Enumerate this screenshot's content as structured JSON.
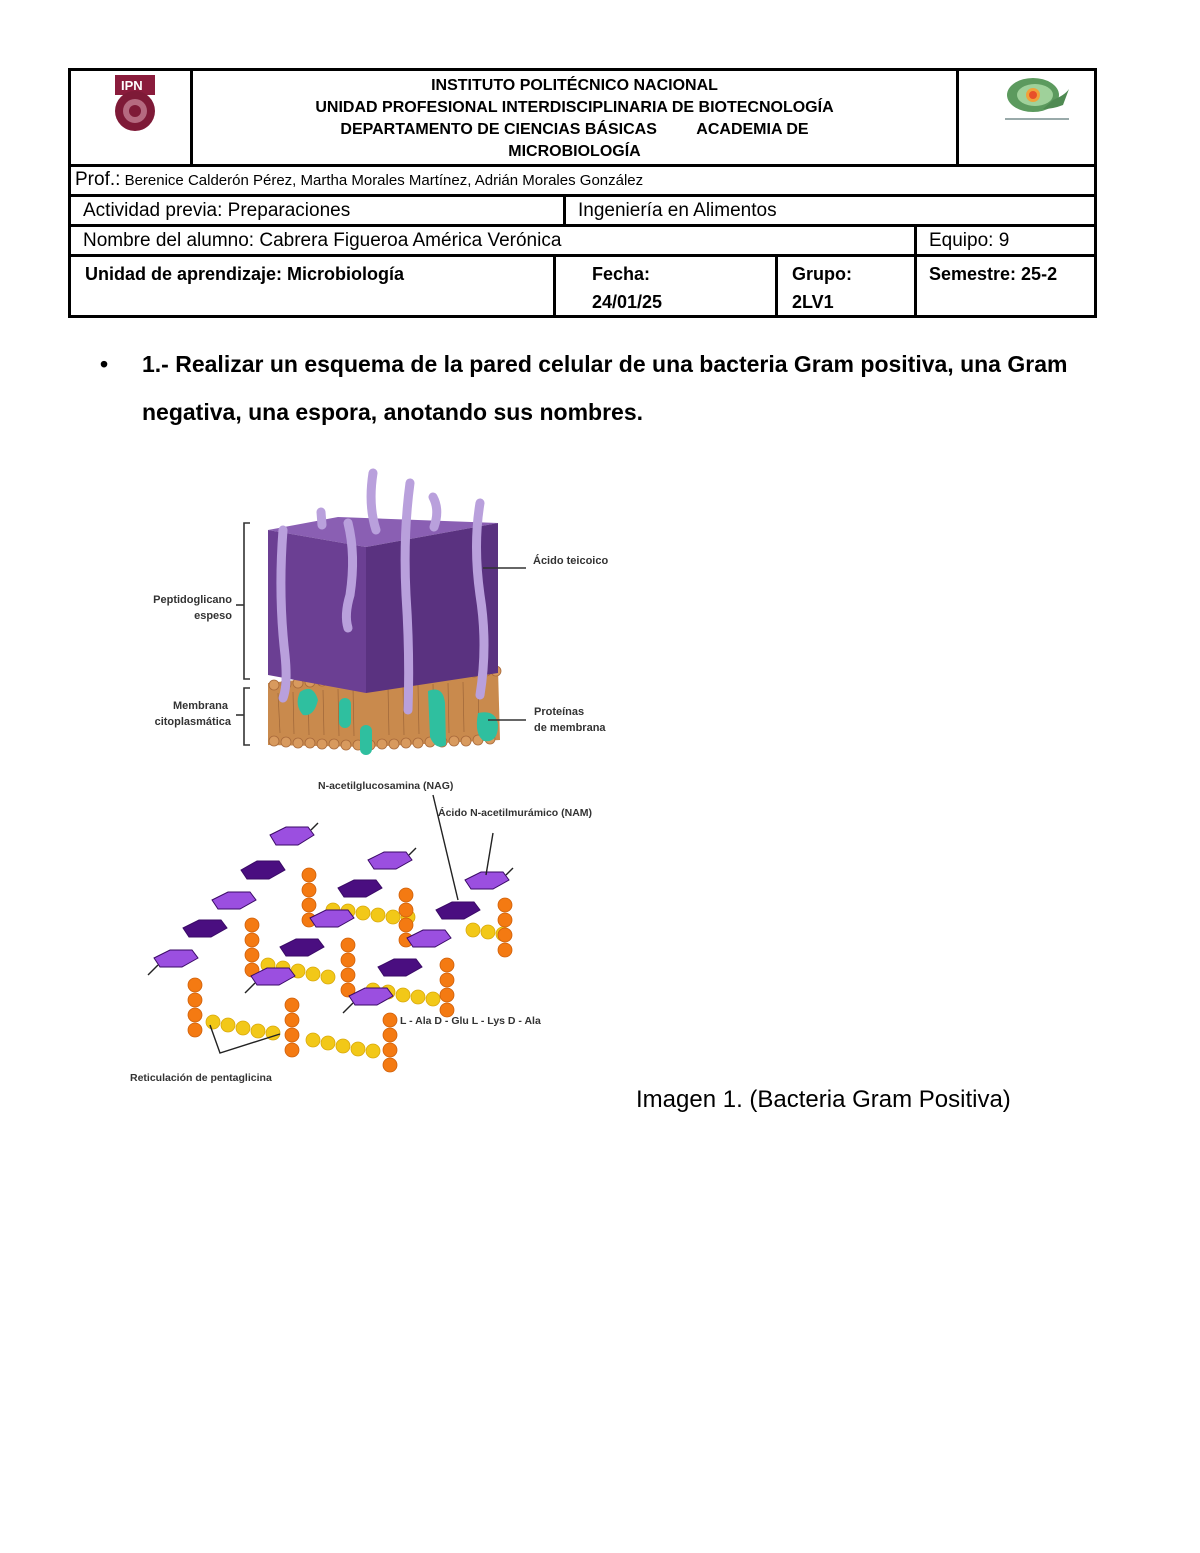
{
  "header": {
    "institute_lines": [
      "INSTITUTO POLITÉCNICO NACIONAL",
      "UNIDAD PROFESIONAL INTERDISCIPLINARIA DE BIOTECNOLOGÍA",
      "DEPARTAMENTO DE CIENCIAS BÁSICAS         ACADEMIA DE",
      "MICROBIOLOGÍA"
    ],
    "left_logo": "ipn-logo",
    "right_logo": "upibi-logo",
    "prof_label": "Prof.:",
    "prof_names": " Berenice Calderón Pérez, Martha Morales Martínez, Adrián Morales González",
    "activity": "Actividad previa: Preparaciones",
    "program": "Ingeniería en Alimentos",
    "student": "Nombre del alumno: Cabrera Figueroa América Verónica",
    "team": "Equipo: 9",
    "unit": "Unidad de aprendizaje: Microbiología",
    "date_label": "Fecha:",
    "date_value": "24/01/25",
    "group_label": "Grupo:",
    "group_value": "2LV1",
    "semester": "Semestre: 25-2"
  },
  "task": {
    "bullet": "•",
    "text": "1.- Realizar un esquema de la pared celular de una bacteria Gram positiva, una Gram negativa, una espora, anotando sus nombres."
  },
  "figure": {
    "labels": {
      "peptidoglycan_1": "Peptidoglicano",
      "peptidoglycan_2": "espeso",
      "teichoic": "Ácido teicoico",
      "membrane_1": "Membrana",
      "membrane_2": "citoplasmática",
      "proteins_1": "Proteínas",
      "proteins_2": "de membrana",
      "nag": "N-acetilglucosamina (NAG)",
      "nam": "Ácido N-acetilmurámico (NAM)",
      "peptide": "L - Ala D - Glu L - Lys D - Ala",
      "crosslink": "Reticulación de pentaglicina"
    },
    "colors": {
      "peptidoglycan_front": "#6b3f93",
      "peptidoglycan_side": "#5a3280",
      "peptidoglycan_top": "#8a5fb3",
      "teichoic": "#b9a0dc",
      "membrane": "#c98a4d",
      "protein": "#2fbf9f",
      "nag": "#4a0e80",
      "nam": "#9b4fe0",
      "peptide_orange": "#f47a12",
      "glycine_yellow": "#f2c818"
    }
  },
  "caption": "Imagen 1. (Bacteria Gram Positiva)"
}
